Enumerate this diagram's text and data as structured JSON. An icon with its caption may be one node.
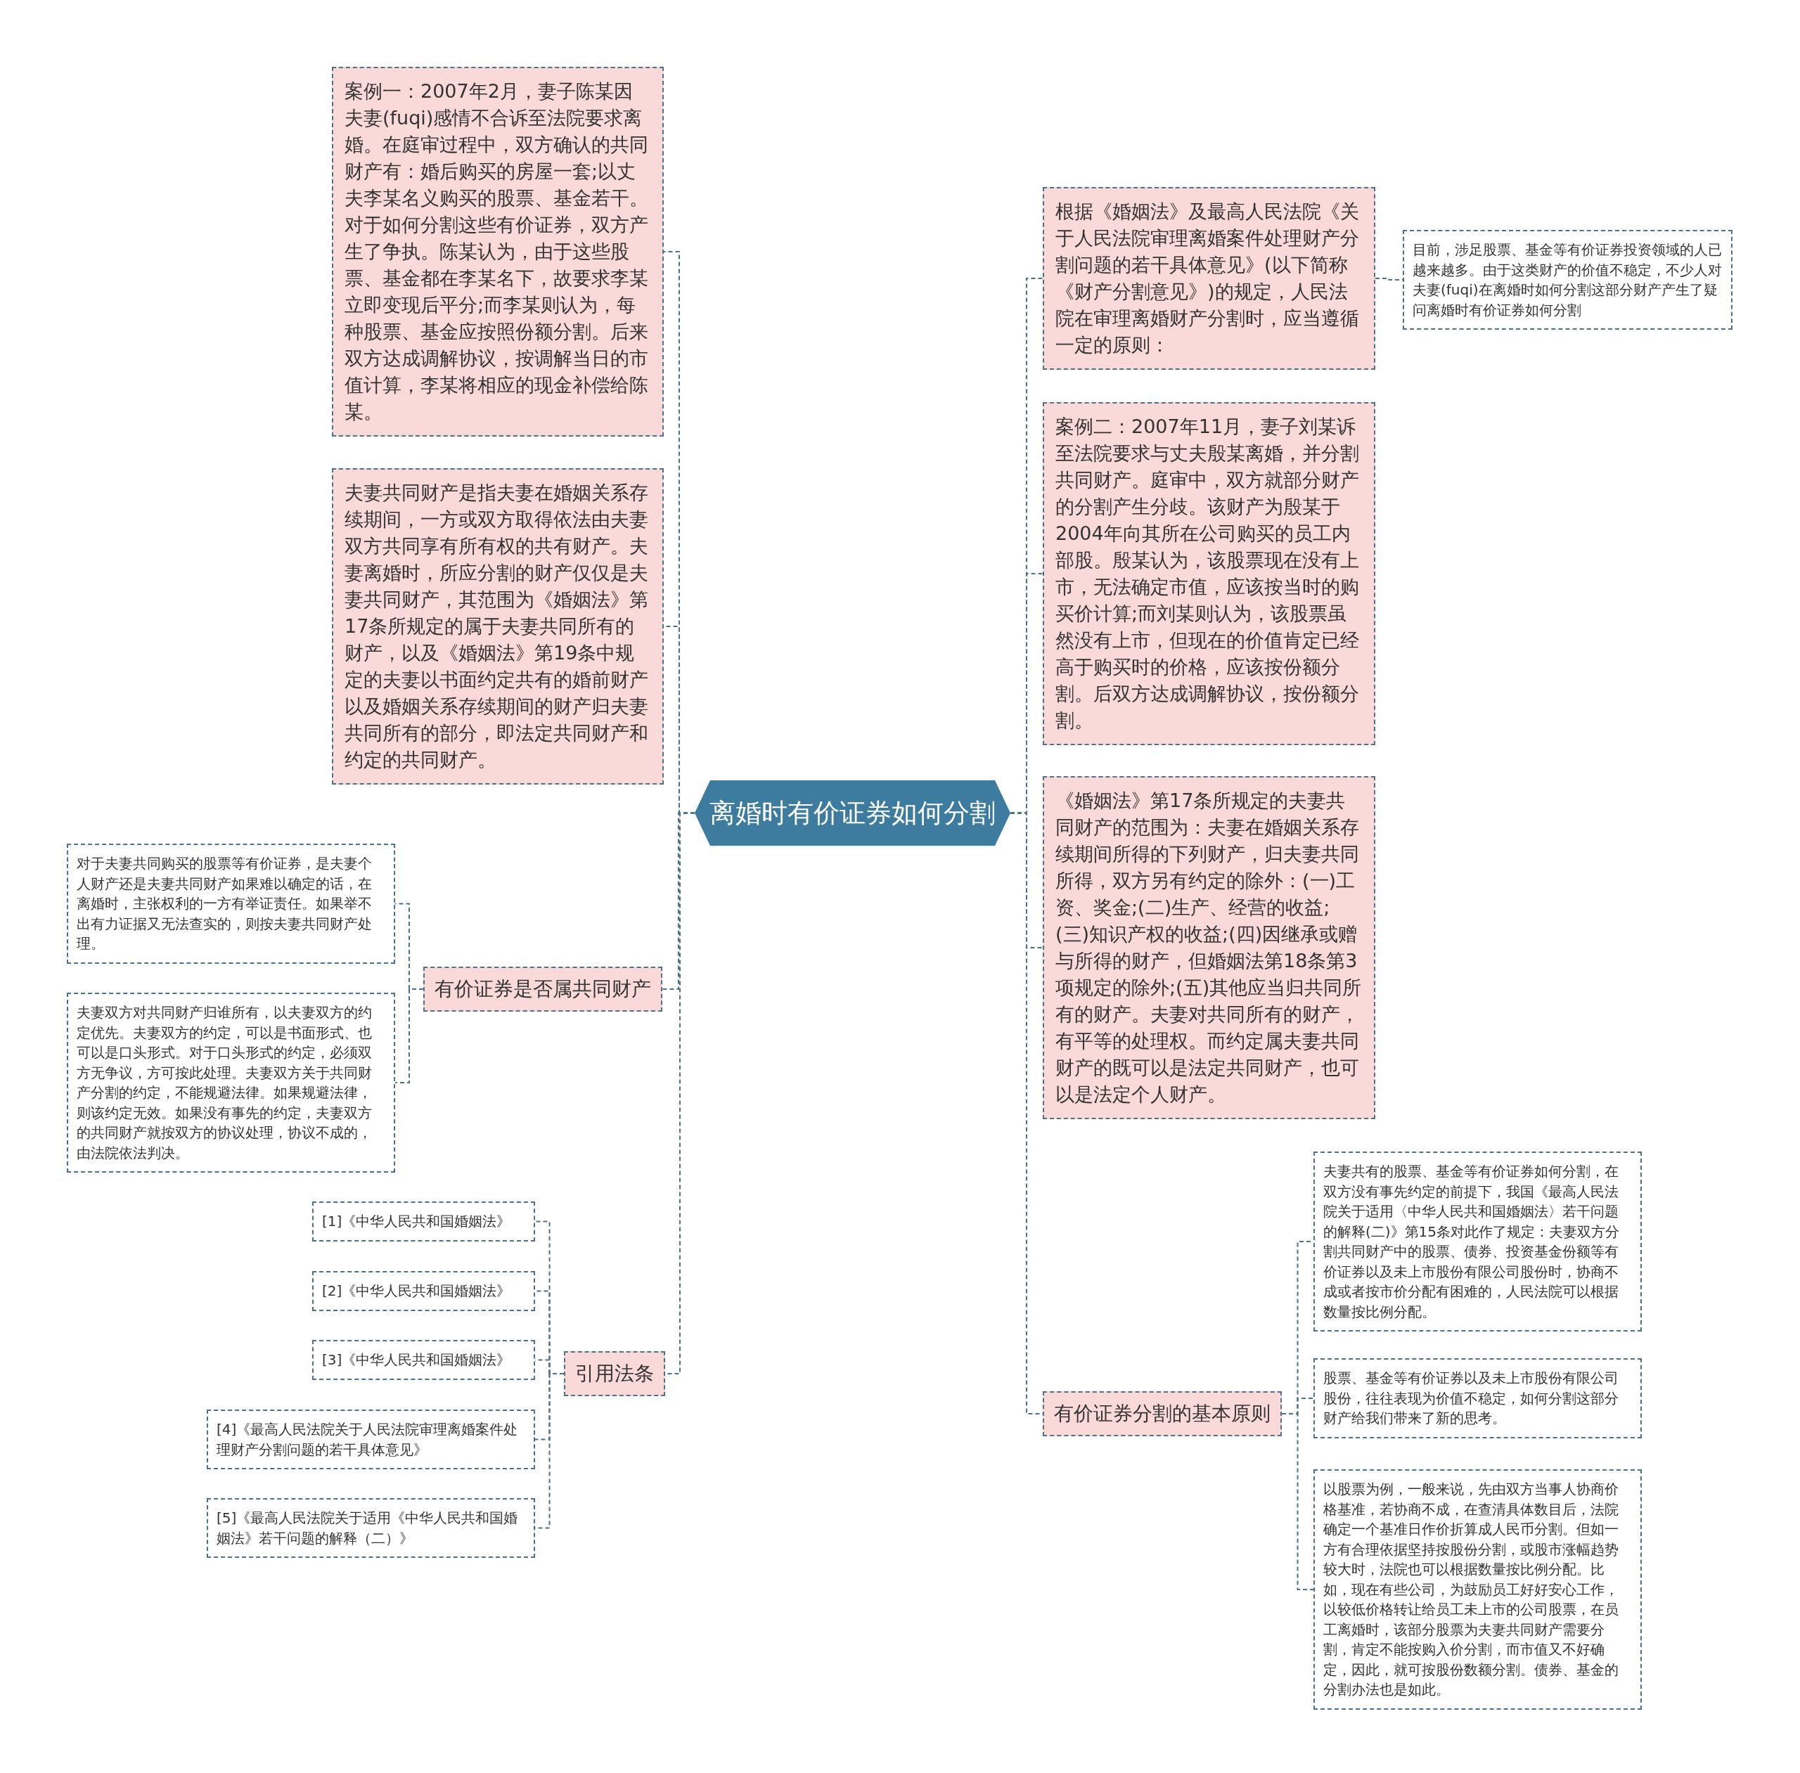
{
  "diagram": {
    "nodes": [
      {
        "text": [
          "离婚时有价证券如何分割"
        ]
      },
      {
        "text": [
          "案例一：2007年2月，妻子陈某因夫妻(fuqi)感情不合诉至法院要求离婚。在庭审过程中，双方确认的共同财产有：婚后购买的房屋一套;以丈夫李某名义购买的股票、基金若干。对于如何分割这些有价证券，双方产生了争执。陈某认为，由于这些股票、基金都在李某名下，故要求李某立即变现后平分;而李某则认为，每种股票、基金应按照份额分割。后来双方达成调解协议，按调解当日的市值计算，李某将相应的现金补偿给陈某。"
        ]
      },
      {
        "text": [
          "夫妻共同财产是指夫妻在婚姻关系存续期间，一方或双方取得依法由夫妻双方共同享有所有权的共有财产。夫妻离婚时，所应分割的财产仅仅是夫妻共同财产，其范围为《婚姻法》第17条所规定的属于夫妻共同所有的财产，以及《婚姻法》第19条中规定的夫妻以书面约定共有的婚前财产以及婚姻关系存续期间的财产归夫妻共同所有的部分，即法定共同财产和约定的共同财产。"
        ]
      },
      {
        "text": [
          "有价证券是否属共同财产"
        ]
      },
      {
        "text": [
          "对于夫妻共同购买的股票等有价证券，是夫妻个人财产还是夫妻共同财产如果难以确定的话，在离婚时，主张权利的一方有举证责任。如果举不出有力证据又无法查实的，则按夫妻共同财产处理。"
        ]
      },
      {
        "text": [
          "夫妻双方对共同财产归谁所有，以夫妻双方的约定优先。夫妻双方的约定，可以是书面形式、也可以是口头形式。对于口头形式的约定，必须双方无争议，方可按此处理。夫妻双方关于共同财产分割的约定，不能规避法律。如果规避法律，则该约定无效。如果没有事先的约定，夫妻双方的共同财产就按双方的协议处理，协议不成的，由法院依法判决。"
        ]
      },
      {
        "text": [
          "引用法条"
        ]
      },
      {
        "text": [
          "[1]《中华人民共和国婚姻法》"
        ]
      },
      {
        "text": [
          "[2]《中华人民共和国婚姻法》"
        ]
      },
      {
        "text": [
          "[3]《中华人民共和国婚姻法》"
        ]
      },
      {
        "text": [
          "[4]《最高人民法院关于人民法院审理离婚案件处理财产分割问题的若干具体意见》"
        ]
      },
      {
        "text": [
          "[5]《最高人民法院关于适用《中华人民共和国婚姻法》若干问题的解释（二）》"
        ]
      },
      {
        "text": [
          "根据《婚姻法》及最高人民法院《关于人民法院审理离婚案件处理财产分割问题的若干具体意见》(以下简称《财产分割意见》)的规定，人民法院在审理离婚财产分割时，应当遵循一定的原则："
        ]
      },
      {
        "text": [
          "目前，涉足股票、基金等有价证券投资领域的人已越来越多。由于这类财产的价值不稳定，不少人对夫妻(fuqi)在离婚时如何分割这部分财产产生了疑问离婚时有价证券如何分割"
        ]
      },
      {
        "text": [
          "案例二：2007年11月，妻子刘某诉至法院要求与丈夫殷某离婚，并分割共同财产。庭审中，双方就部分财产的分割产生分歧。该财产为殷某于2004年向其所在公司购买的员工内部股。殷某认为，该股票现在没有上市，无法确定市值，应该按当时的购买价计算;而刘某则认为，该股票虽然没有上市，但现在的价值肯定已经高于购买时的价格，应该按份额分割。后双方达成调解协议，按份额分割。"
        ]
      },
      {
        "text": [
          "《婚姻法》第17条所规定的夫妻共同财产的范围为：夫妻在婚姻关系存续期间所得的下列财产，归夫妻共同所得，双方另有约定的除外：(一)工资、奖金;(二)生产、经营的收益;(三)知识产权的收益;(四)因继承或赠与所得的财产，但婚姻法第18条第3项规定的除外;(五)其他应当归共同所有的财产。夫妻对共同所有的财产，有平等的处理权。而约定属夫妻共同财产的既可以是法定共同财产，也可以是法定个人财产。"
        ]
      },
      {
        "text": [
          "有价证券分割的基本原则"
        ]
      },
      {
        "text": [
          "夫妻共有的股票、基金等有价证券如何分割，在双方没有事先约定的前提下，我国《最高人民法院关于适用〈中华人民共和国婚姻法〉若干问题的解释(二)》第15条对此作了规定：夫妻双方分割共同财产中的股票、债券、投资基金份额等有价证券以及未上市股份有限公司股份时，协商不成或者按市价分配有困难的，人民法院可以根据数量按比例分配。"
        ]
      },
      {
        "text": [
          "股票、基金等有价证券以及未上市股份有限公司股份，往往表现为价值不稳定，如何分割这部分财产给我们带来了新的思考。"
        ]
      },
      {
        "text": [
          "以股票为例，一般来说，先由双方当事人协商价格基准，若协商不成，在查清具体数目后，法院确定一个基准日作价折算成人民币分割。但如一方有合理依据坚持按股份分割，或股市涨幅趋势较大时，法院也可以根据数量按比例分配。比如，现在有些公司，为鼓励员工好好安心工作，以较低价格转让给员工未上市的公司股票，在员工离婚时，该部分股票为夫妻共同财产需要分割，肯定不能按购入价分割，而市值又不好确定，因此，就可按股份数额分割。债券、基金的分割办法也是如此。"
        ]
      }
    ],
    "edges": [
      {
        "from": 0,
        "to": 1,
        "arrow": "none"
      },
      {
        "from": 0,
        "to": 2,
        "arrow": "none"
      },
      {
        "from": 0,
        "to": 3,
        "arrow": "none"
      },
      {
        "from": 3,
        "to": 4,
        "arrow": "none"
      },
      {
        "from": 3,
        "to": 5,
        "arrow": "none"
      },
      {
        "from": 0,
        "to": 6,
        "arrow": "none"
      },
      {
        "from": 6,
        "to": 7,
        "arrow": "none"
      },
      {
        "from": 6,
        "to": 8,
        "arrow": "none"
      },
      {
        "from": 6,
        "to": 9,
        "arrow": "none"
      },
      {
        "from": 6,
        "to": 10,
        "arrow": "none"
      },
      {
        "from": 6,
        "to": 11,
        "arrow": "none"
      },
      {
        "from": 0,
        "to": 12,
        "arrow": "none"
      },
      {
        "from": 12,
        "to": 13,
        "arrow": "none"
      },
      {
        "from": 0,
        "to": 14,
        "arrow": "none"
      },
      {
        "from": 0,
        "to": 15,
        "arrow": "none"
      },
      {
        "from": 0,
        "to": 16,
        "arrow": "none"
      },
      {
        "from": 16,
        "to": 17,
        "arrow": "none"
      },
      {
        "from": 16,
        "to": 18,
        "arrow": "none"
      },
      {
        "from": 16,
        "to": 19,
        "arrow": "none"
      }
    ]
  }
}
